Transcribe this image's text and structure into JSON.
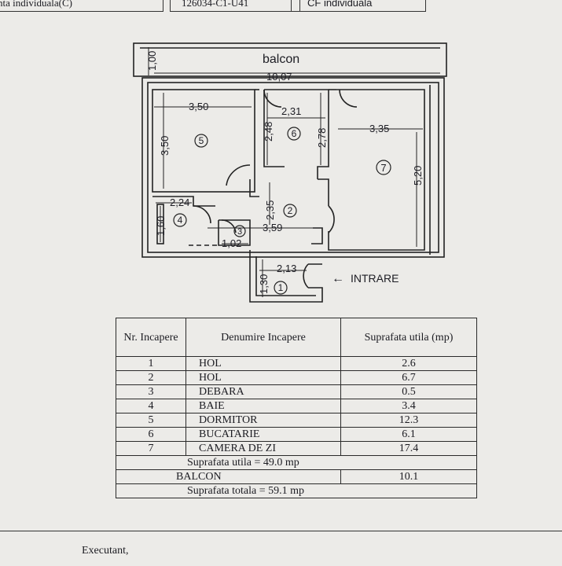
{
  "header": {
    "col1": "nta individuala(C)",
    "col2": "126034-C1-U41",
    "col3": "CF individuala"
  },
  "plan": {
    "labels": {
      "balcon": "balcon",
      "intrare": "INTRARE",
      "arrow": "←"
    },
    "dimensions": [
      "1,00",
      "10,07",
      "3,50",
      "3,50",
      "2,31",
      "2,48",
      "2,78",
      "3,35",
      "5,20",
      "2,24",
      "1,60",
      "2,35",
      "3,59",
      "1,02",
      "2,13",
      "1,30"
    ],
    "room_numbers": [
      "1",
      "2",
      "3",
      "4",
      "5",
      "6",
      "7"
    ]
  },
  "table": {
    "headers": {
      "nr": "Nr. Incapere",
      "name": "Denumire Incapere",
      "area": "Suprafata utila (mp)"
    },
    "rows": [
      {
        "nr": "1",
        "name": "HOL",
        "area": "2.6"
      },
      {
        "nr": "2",
        "name": "HOL",
        "area": "6.7"
      },
      {
        "nr": "3",
        "name": "DEBARA",
        "area": "0.5"
      },
      {
        "nr": "4",
        "name": "BAIE",
        "area": "3.4"
      },
      {
        "nr": "5",
        "name": "DORMITOR",
        "area": "12.3"
      },
      {
        "nr": "6",
        "name": "BUCATARIE",
        "area": "6.1"
      },
      {
        "nr": "7",
        "name": "CAMERA DE ZI",
        "area": "17.4"
      }
    ],
    "utila_total": "Suprafata utila = 49.0 mp",
    "balcon_label": "BALCON",
    "balcon_area": "10.1",
    "totala": "Suprafata totala = 59.1 mp"
  },
  "footer": {
    "executant": "Executant,"
  }
}
